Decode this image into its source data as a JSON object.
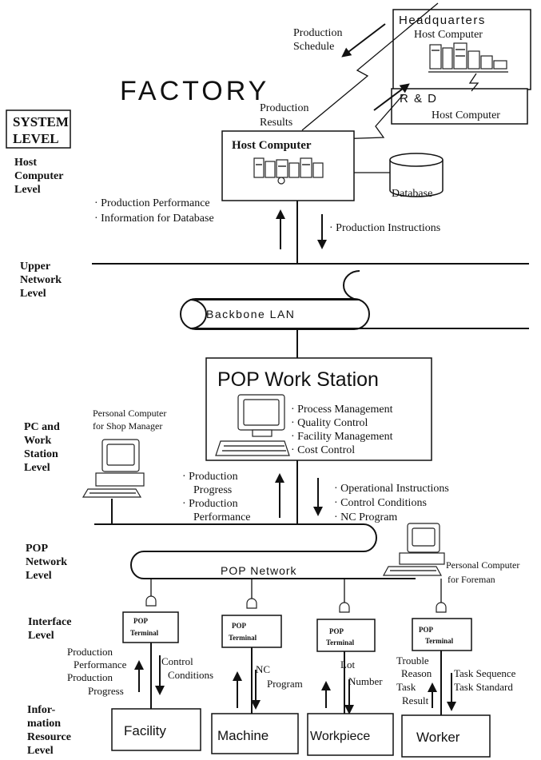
{
  "title": "FACTORY",
  "system_level_label": [
    "SYSTEM",
    "LEVEL"
  ],
  "levels": {
    "host_computer": [
      "Host",
      "Computer",
      "Level"
    ],
    "upper_network": [
      "Upper",
      "Network",
      "Level"
    ],
    "pc_workstation": [
      "PC and",
      "Work",
      "Station",
      "Level"
    ],
    "pop_network": [
      "POP",
      "Network",
      "Level"
    ],
    "interface": [
      "Interface",
      "Level"
    ],
    "information_resource": [
      "Infor-",
      "mation",
      "Resource",
      "Level"
    ]
  },
  "headquarters": {
    "title": "Headquarters",
    "subtitle": "Host Computer"
  },
  "rnd": {
    "title": "R & D",
    "subtitle": "Host Computer"
  },
  "production_schedule": [
    "Production",
    "Schedule"
  ],
  "production_results": [
    "Production",
    "Results"
  ],
  "host_computer": {
    "title": "Host Computer"
  },
  "database": "Database",
  "host_up_items": [
    "· Production Performance",
    "· Information for Database"
  ],
  "host_down_items": [
    "· Production Instructions"
  ],
  "backbone_lan": "Backbone LAN",
  "pop_workstation": {
    "title": "POP Work Station",
    "functions": [
      "· Process Management",
      "· Quality Control",
      "· Facility Management",
      "· Cost Control"
    ]
  },
  "shop_manager_pc": [
    "Personal Computer",
    "for Shop Manager"
  ],
  "ws_up_items": [
    "· Production",
    "Progress",
    "· Production",
    "Performance"
  ],
  "ws_down_items": [
    "· Operational Instructions",
    "· Control Conditions",
    "· NC Program"
  ],
  "pop_network": "POP Network",
  "foreman_pc": [
    "Personal Computer",
    "for Foreman"
  ],
  "terminal_label": [
    "POP",
    "Terminal"
  ],
  "resources": [
    {
      "name": "Facility",
      "up_text": [
        "Production",
        "Performance",
        "Production",
        "Progress"
      ],
      "down_text": [
        "Control",
        "Conditions"
      ]
    },
    {
      "name": "Machine",
      "up_text": [],
      "down_text": [
        "NC",
        "Program"
      ]
    },
    {
      "name": "Workpiece",
      "up_text": [],
      "down_text": [
        "Lot",
        "Number"
      ]
    },
    {
      "name": "Worker",
      "up_text": [
        "Trouble",
        "Reason",
        "Task",
        "Result"
      ],
      "down_text": [
        "Task Sequence",
        "Task Standard"
      ]
    }
  ]
}
